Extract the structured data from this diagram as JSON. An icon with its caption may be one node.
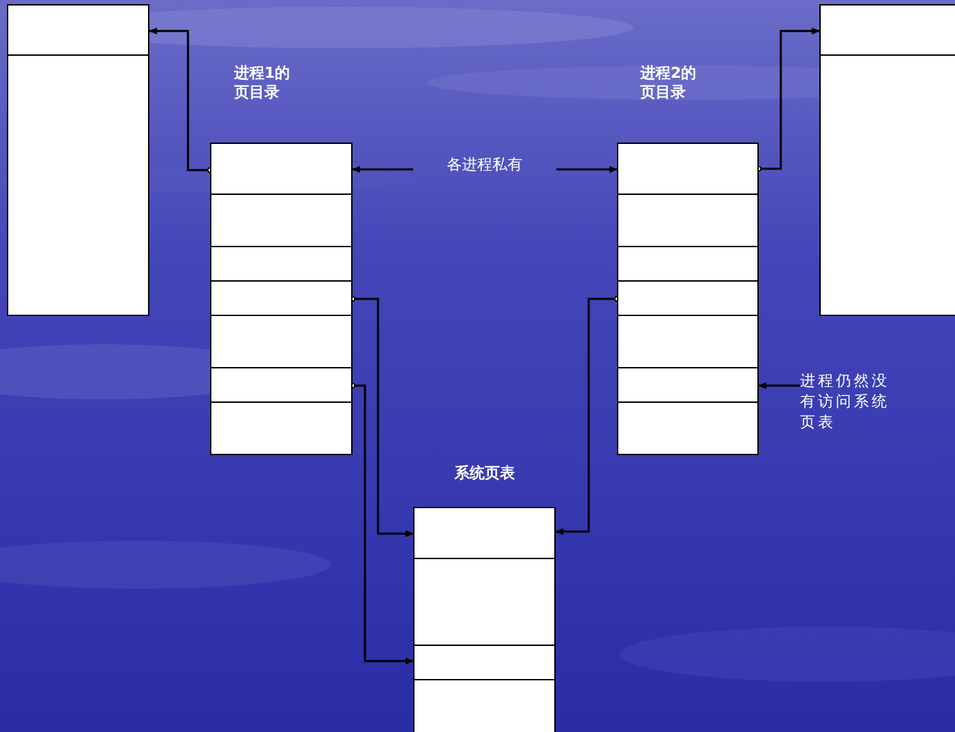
{
  "diagram": {
    "nodes": [
      {
        "text": [],
        "shape": "box"
      },
      {
        "text": [],
        "shape": "box",
        "in": 0
      },
      {
        "text": [],
        "shape": "box",
        "in": 0
      },
      {
        "text": [
          "进程1的页目录"
        ]
      },
      {
        "text": [],
        "shape": "box",
        "in": 3
      },
      {
        "text": [],
        "shape": "box",
        "in": 3
      },
      {
        "text": [],
        "shape": "box",
        "in": 3
      },
      {
        "text": [],
        "shape": "box",
        "in": 3
      },
      {
        "text": [],
        "shape": "box",
        "in": 3
      },
      {
        "text": [],
        "shape": "box",
        "in": 3
      },
      {
        "text": [],
        "shape": "box",
        "in": 3
      },
      {
        "text": [],
        "shape": "box"
      },
      {
        "text": [],
        "shape": "box",
        "in": 11
      },
      {
        "text": [],
        "shape": "box",
        "in": 11
      },
      {
        "text": [
          "进程2的页目录"
        ]
      },
      {
        "text": [],
        "shape": "box",
        "in": 14
      },
      {
        "text": [],
        "shape": "box",
        "in": 14
      },
      {
        "text": [],
        "shape": "box",
        "in": 14
      },
      {
        "text": [],
        "shape": "box",
        "in": 14
      },
      {
        "text": [],
        "shape": "box",
        "in": 14
      },
      {
        "text": [],
        "shape": "box",
        "in": 14
      },
      {
        "text": [],
        "shape": "box",
        "in": 14
      },
      {
        "text": [
          "系统页表"
        ]
      },
      {
        "text": [],
        "shape": "box",
        "in": 22
      },
      {
        "text": [],
        "shape": "box",
        "in": 22
      },
      {
        "text": [],
        "shape": "box",
        "in": 22
      },
      {
        "text": [],
        "shape": "box",
        "in": 22
      },
      {
        "text": [
          "各进程私有"
        ]
      },
      {
        "text": [
          "进程仍然没有访问系统页表"
        ]
      }
    ],
    "edges": [
      {
        "from": 4,
        "to": 1,
        "arrow": "to"
      },
      {
        "from": 7,
        "to": 23,
        "arrow": "to"
      },
      {
        "from": 9,
        "to": 25,
        "arrow": "to"
      },
      {
        "from": 15,
        "to": 12,
        "arrow": "to"
      },
      {
        "from": 18,
        "to": 23,
        "arrow": "to"
      },
      {
        "from": 27,
        "to": 4,
        "arrow": "to"
      },
      {
        "from": 27,
        "to": 15,
        "arrow": "to"
      },
      {
        "from": 28,
        "to": 20,
        "arrow": "to"
      }
    ]
  }
}
